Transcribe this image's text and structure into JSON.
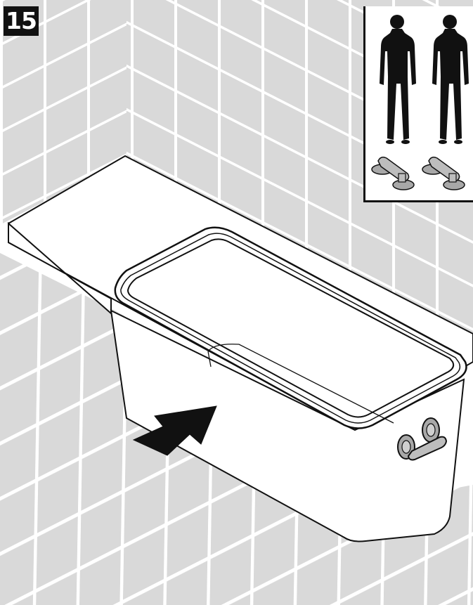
{
  "step": {
    "number": "15"
  },
  "inset": {
    "people_count": 2,
    "tools": [
      "suction-lifter",
      "suction-lifter"
    ],
    "person_icon": "person-icon",
    "tool_icon": "suction-cup-lifter-icon"
  },
  "scene": {
    "subject": "bathtub",
    "action_icon": "push-arrow-icon",
    "attached_tool_icon": "suction-cup-lifter-icon"
  },
  "colors": {
    "tile_fill": "#d9d9d9",
    "grout": "#ffffff",
    "outline": "#111111",
    "arrow": "#111111",
    "tool_gray": "#a8a8a8"
  }
}
